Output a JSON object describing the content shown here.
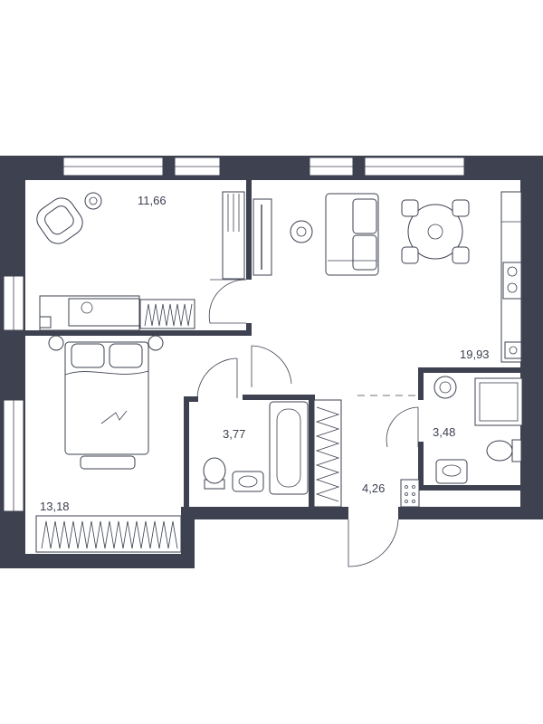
{
  "rooms": [
    {
      "area": "11,66"
    },
    {
      "area": "19,93"
    },
    {
      "area": "13,18"
    },
    {
      "area": "3,77"
    },
    {
      "area": "3,48"
    },
    {
      "area": "4,26"
    }
  ]
}
